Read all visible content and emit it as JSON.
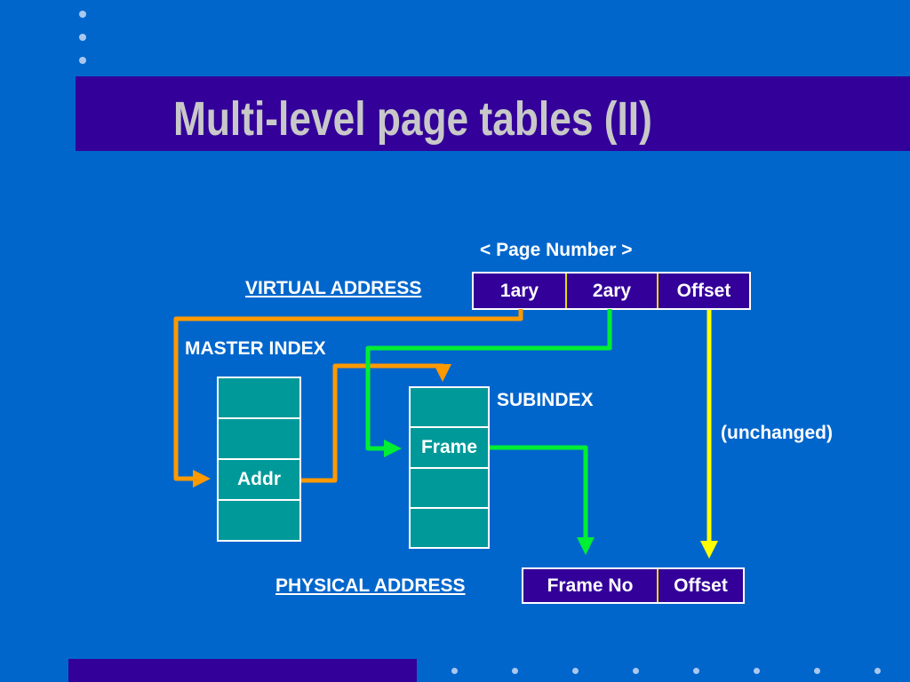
{
  "title": "Multi-level page tables (II)",
  "page_number_label": "< Page Number >",
  "virtual_address": {
    "label": "VIRTUAL ADDRESS",
    "fields": [
      "1ary",
      "2ary",
      "Offset"
    ]
  },
  "master_index": {
    "label": "MASTER INDEX",
    "rows": [
      "",
      "",
      "Addr",
      ""
    ]
  },
  "subindex": {
    "label": "SUBINDEX",
    "rows": [
      "",
      "Frame",
      "",
      ""
    ]
  },
  "unchanged_label": "(unchanged)",
  "physical_address": {
    "label": "PHYSICAL ADDRESS",
    "fields": [
      "Frame No",
      "Offset"
    ]
  },
  "colors": {
    "background": "#0066cc",
    "band": "#330099",
    "table_cell": "#009999",
    "arrow_orange": "#ff9900",
    "arrow_green": "#00ee33",
    "arrow_yellow": "#ffff00"
  }
}
